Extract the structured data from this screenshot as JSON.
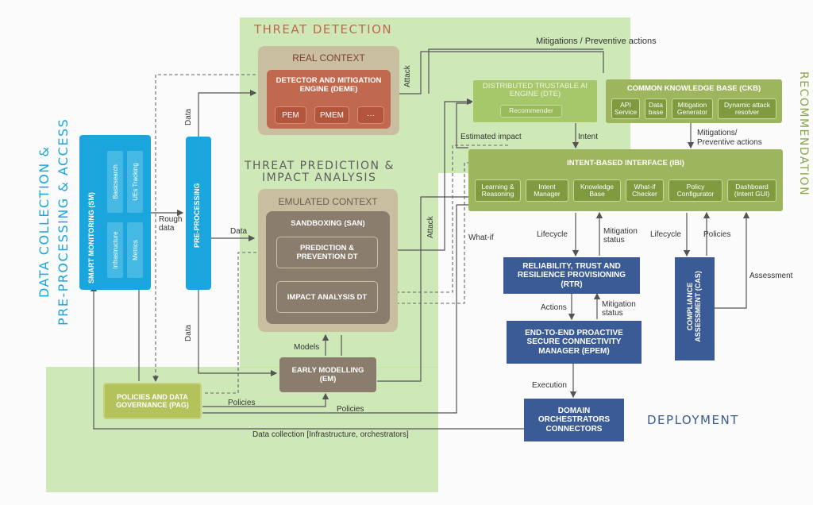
{
  "sections": {
    "threat_detection": "THREAT DETECTION",
    "threat_prediction_1": "THREAT PREDICTION &",
    "threat_prediction_2": "IMPACT ANALYSIS",
    "data_collection_1": "DATA COLLECTION &",
    "data_collection_2": "PRE-PROCESSING & ACCESS",
    "recommendation": "RECOMMENDATION",
    "deployment": "DEPLOYMENT"
  },
  "boxes": {
    "real_context": "REAL CONTEXT",
    "deme": "DETECTOR AND MITIGATION ENGINE (DEME)",
    "pem": "PEM",
    "pmem": "PMEM",
    "more": "···",
    "emulated_context": "EMULATED CONTEXT",
    "sandboxing": "SANDBOXING (SAN)",
    "prediction_dt": "PREDICTION & PREVENTION DT",
    "impact_dt": "IMPACT ANALYSIS DT",
    "early_modelling": "EARLY MODELLING (EM)",
    "pag": "POLICIES AND DATA GOVERNANCE (PAG)",
    "smart_monitoring": "SMART MONITORING (SM)",
    "sm_items": [
      "Infrastructure",
      "Metrics",
      "Basicsearch",
      "UEs Tracking"
    ],
    "pre_processing": "PRE-PROCESSING",
    "dte": "DISTRIBUTED TRUSTABLE AI ENGINE (DTE)",
    "recommender": "Recommender",
    "ckb": "COMMON KNOWLEDGE BASE (CKB)",
    "ckb_items": [
      "API Service",
      "Data base",
      "Mitigation Generator",
      "Dynamic attack resolver"
    ],
    "ibi": "INTENT-BASED INTERFACE (IBI)",
    "ibi_items": [
      "Learning & Reasoning",
      "Intent Manager",
      "Knowledge Base",
      "What-if Checker",
      "Policy Configurator",
      "Dashboard (Intent GUI)"
    ],
    "rtr": "RELIABILITY, TRUST AND RESILIENCE PROVISIONING (RTR)",
    "epem": "END-TO-END PROACTIVE SECURE CONNECTIVITY MANAGER (EPEM)",
    "domain": "DOMAIN ORCHESTRATORS CONNECTORS",
    "cas": "COMPLIANCE ASSESSMENT (CAS)"
  },
  "labels": {
    "mitigations_top": "Mitigations / Preventive actions",
    "attack_top": "Attack",
    "data_top": "Data",
    "estimated_impact": "Estimated impact",
    "intent": "Intent",
    "mitigations_right": "Mitigations/ Preventive actions",
    "rough_data": "Rough data",
    "data_mid": "Data",
    "attack_mid": "Attack",
    "what_if": "What-if",
    "lifecycle_1": "Lifecycle",
    "mitigation_status_1": "Mitigation status",
    "lifecycle_2": "Lifecycle",
    "policies_right": "Policies",
    "assessment": "Assessment",
    "actions": "Actions",
    "mitigation_status_2": "Mitigation status",
    "data_bottom": "Data",
    "models": "Models",
    "execution": "Execution",
    "policies_1": "Policies",
    "policies_2": "Policies",
    "data_collection": "Data collection [Infrastructure, orchestrators]"
  },
  "colors": {
    "green_region": "#bfe3a0",
    "section_title_red": "#c0694e",
    "section_title_blue": "#1aa5dd",
    "section_title_navy": "#3b5b96",
    "section_title_olive": "#8aa64a"
  }
}
